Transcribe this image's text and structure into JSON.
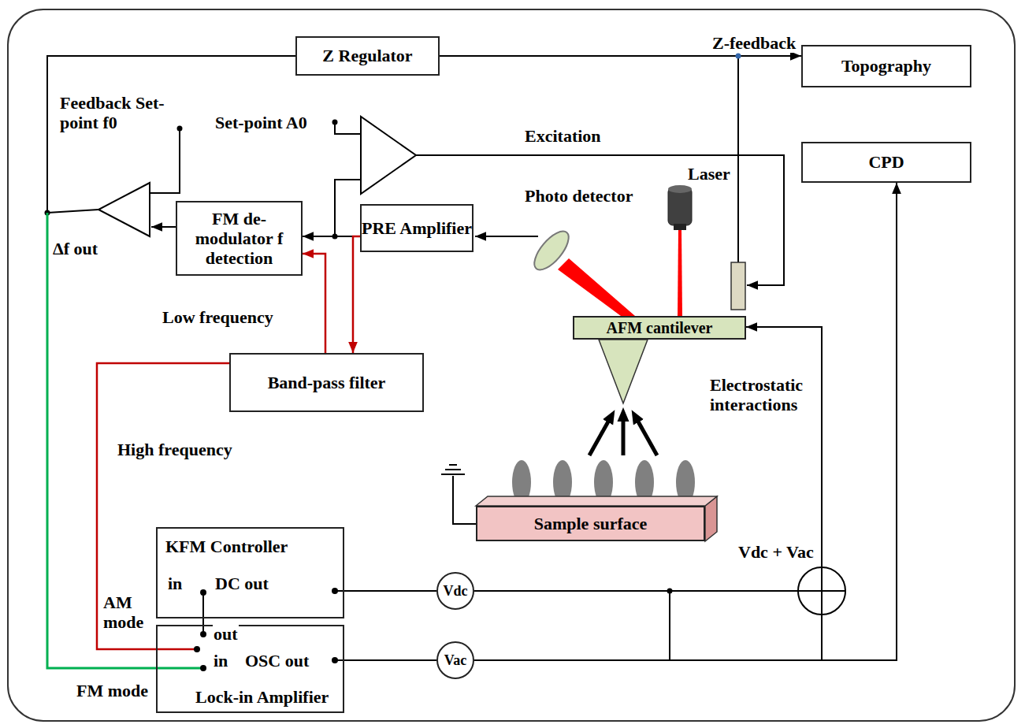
{
  "diagram": {
    "nodes": [
      {
        "text": [
          "Z Regulator"
        ]
      },
      {
        "text": [
          "Topography"
        ]
      },
      {
        "text": [
          "CPD"
        ]
      },
      {
        "text": [
          "FM de-modulator f detection"
        ]
      },
      {
        "text": [
          "PRE Amplifier"
        ]
      },
      {
        "text": [
          "AFM cantilever"
        ]
      },
      {
        "text": [
          "Band-pass filter"
        ]
      },
      {
        "text": [
          "Sample surface"
        ]
      },
      {
        "text": [
          "KFM Controller"
        ]
      },
      {
        "text": [
          "Lock-in Amplifier"
        ]
      },
      {
        "text": [
          "Vdc"
        ]
      },
      {
        "text": [
          "Vac"
        ]
      }
    ],
    "edges": [
      {
        "from": 0,
        "to": 1,
        "arrow": "to",
        "label": "Z-feedback"
      },
      {
        "from": 4,
        "to": 3,
        "arrow": "to"
      },
      {
        "from": 4,
        "to": 6,
        "arrow": "to"
      },
      {
        "from": 6,
        "to": 3,
        "arrow": "to"
      },
      {
        "from": 6,
        "to": 9,
        "arrow": "none"
      },
      {
        "from": 9,
        "to": 8,
        "arrow": "none"
      },
      {
        "from": 8,
        "to": 10,
        "arrow": "none"
      },
      {
        "from": 9,
        "to": 11,
        "arrow": "none"
      },
      {
        "from": 10,
        "to": 5,
        "arrow": "to"
      },
      {
        "from": 11,
        "to": 2,
        "arrow": "to"
      }
    ],
    "labels": [
      "Feedback Set-point f0",
      "Set-point A0",
      "Excitation",
      "Laser",
      "Photo detector",
      "Δf out",
      "Low frequency",
      "High frequency",
      "Electrostatic interactions",
      "AM mode",
      "FM mode",
      "in",
      "DC out",
      "out",
      "in",
      "OSC out",
      "Vdc + Vac"
    ]
  }
}
